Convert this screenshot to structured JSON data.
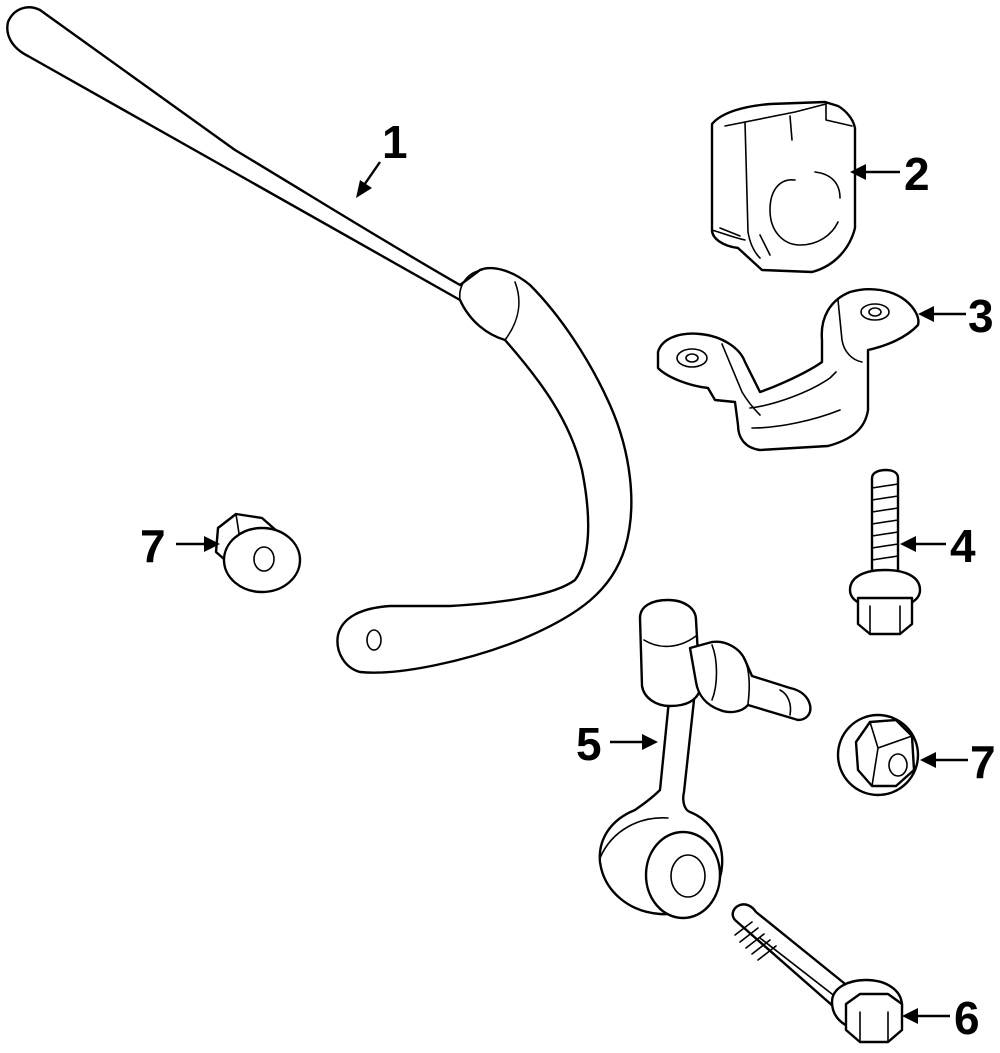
{
  "callouts": [
    {
      "id": "c1",
      "label": "1",
      "part": "stabilizer-bar"
    },
    {
      "id": "c2",
      "label": "2",
      "part": "bushing"
    },
    {
      "id": "c3",
      "label": "3",
      "part": "bushing-bracket"
    },
    {
      "id": "c4",
      "label": "4",
      "part": "bracket-bolt"
    },
    {
      "id": "c5",
      "label": "5",
      "part": "stabilizer-link"
    },
    {
      "id": "c6",
      "label": "6",
      "part": "link-bolt"
    },
    {
      "id": "c7a",
      "label": "7",
      "part": "nut"
    },
    {
      "id": "c7b",
      "label": "7",
      "part": "nut"
    }
  ]
}
